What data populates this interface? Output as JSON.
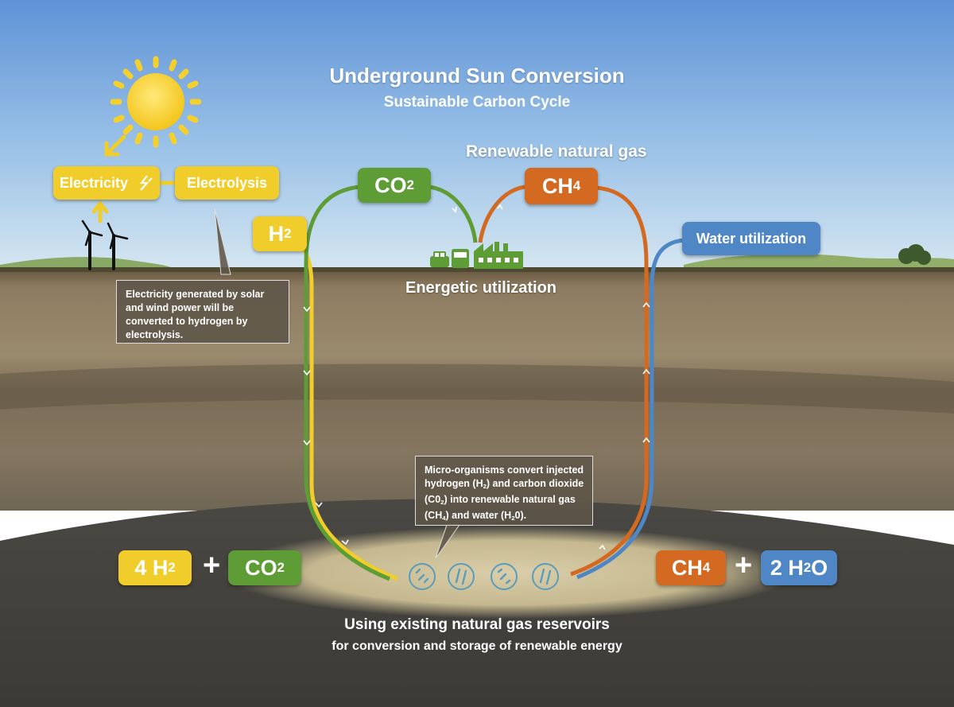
{
  "title": "Underground Sun Conversion",
  "subtitle": "Sustainable Carbon Cycle",
  "renewable_gas_label": "Renewable natural gas",
  "energetic_label": "Energetic utilization",
  "boxes": {
    "electricity": "Electricity",
    "electrolysis": "Electrolysis",
    "h2": "H",
    "co2_top": "CO",
    "ch4_top": "CH",
    "water_utilization": "Water utilization"
  },
  "notes": {
    "electrolysis_note": "Electricity generated by solar and wind power will be converted to hydrogen by electrolysis.",
    "micro_note": {
      "l1": "Micro-organisms convert injected",
      "l2a": "hydrogen (H",
      "l2b": ") and carbon dioxide",
      "l3a": "(C0",
      "l3b": ") into renewable natural gas",
      "l4a": "(CH",
      "l4b": ") and water (H",
      "l4c": "0)."
    }
  },
  "equation": {
    "left1": "4 H",
    "left2": "CO",
    "right1": "CH",
    "right2a": "2 H",
    "right2b": "O",
    "plus": "+"
  },
  "subscripts": {
    "two": "2",
    "four": "4"
  },
  "bottom": {
    "line1": "Using existing natural gas reservoirs",
    "line2": "for conversion and storage of renewable energy"
  },
  "icons": [
    "sun-icon",
    "lightning-icon",
    "wind-turbine-icon",
    "car-icon",
    "bus-icon",
    "factory-icon",
    "microorganism-icon",
    "tree-icon"
  ],
  "colors": {
    "hydrogen": "#f0cd2a",
    "co2": "#5e9c35",
    "methane": "#d46a22",
    "water": "#4f86c6",
    "sky": "#6f9fd8",
    "soil": "#8a7a60",
    "reservoir": "#3f3f3a"
  }
}
